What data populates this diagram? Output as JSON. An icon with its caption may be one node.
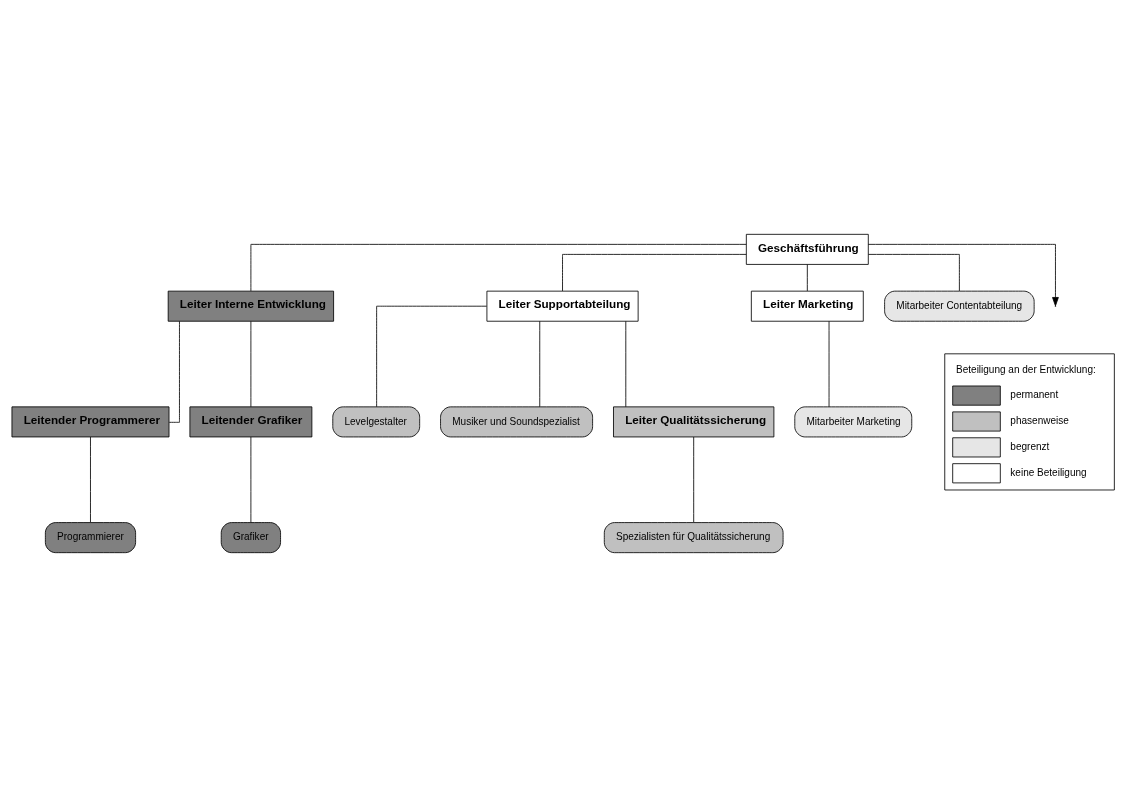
{
  "diagram": {
    "nodes": [
      {
        "text": [
          "Geschäftsführung"
        ]
      },
      {
        "text": [
          "Leiter Interne Entwicklung"
        ]
      },
      {
        "text": [
          "Leiter Supportabteilung"
        ]
      },
      {
        "text": [
          "Leiter Marketing"
        ]
      },
      {
        "text": [
          "Mitarbeiter Contentabteilung"
        ]
      },
      {
        "text": [
          "Leitender Programmerer"
        ]
      },
      {
        "text": [
          "Programmierer"
        ]
      },
      {
        "text": [
          "Leitender Grafiker"
        ]
      },
      {
        "text": [
          "Grafiker"
        ]
      },
      {
        "text": [
          "Levelgestalter"
        ]
      },
      {
        "text": [
          "Musiker und Soundspezialist"
        ]
      },
      {
        "text": [
          "Leiter Qualitätssicherung"
        ]
      },
      {
        "text": [
          "Spezialisten für Qualitätssicherung"
        ]
      },
      {
        "text": [
          "Mitarbeiter Marketing"
        ]
      }
    ],
    "edges": [
      {
        "from": 0,
        "to": 1,
        "arrow": "none"
      },
      {
        "from": 0,
        "to": 2,
        "arrow": "none"
      },
      {
        "from": 0,
        "to": 3,
        "arrow": "none"
      },
      {
        "from": 0,
        "to": 4,
        "arrow": "none"
      },
      {
        "from": 0,
        "to": null,
        "arrow": "to"
      },
      {
        "from": 1,
        "to": 5,
        "arrow": "none"
      },
      {
        "from": 5,
        "to": 6,
        "arrow": "none"
      },
      {
        "from": 1,
        "to": 7,
        "arrow": "none"
      },
      {
        "from": 7,
        "to": 8,
        "arrow": "none"
      },
      {
        "from": 2,
        "to": 9,
        "arrow": "none"
      },
      {
        "from": 2,
        "to": 10,
        "arrow": "none"
      },
      {
        "from": 2,
        "to": 11,
        "arrow": "none"
      },
      {
        "from": 11,
        "to": 12,
        "arrow": "none"
      },
      {
        "from": 3,
        "to": 13,
        "arrow": "none"
      }
    ],
    "labels": [
      "Beteiligung an der Entwicklung:"
    ],
    "legend": [
      {
        "text": "permanent",
        "color": "#808080"
      },
      {
        "text": "phasenweise",
        "color": "#c0c0c0"
      },
      {
        "text": "begrenzt",
        "color": "#e6e6e6"
      },
      {
        "text": "keine Beteiligung",
        "color": "#ffffff"
      }
    ]
  }
}
